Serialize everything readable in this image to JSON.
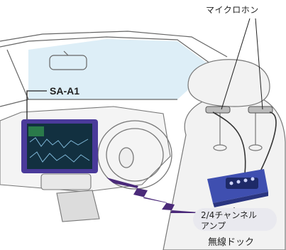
{
  "labels": {
    "microphone": "マイクロホン",
    "device": "SA-A1",
    "amp_line1": "2/4チャンネル",
    "amp_line2": "アンプ",
    "dock": "無線ドック"
  },
  "colors": {
    "wireless_signal": "#4b2a7a",
    "device_frame": "#4a3a9a",
    "dock_body": "#3f4fb0",
    "windshield": "#ddeef7",
    "label_pill": "#e9e9ef"
  }
}
